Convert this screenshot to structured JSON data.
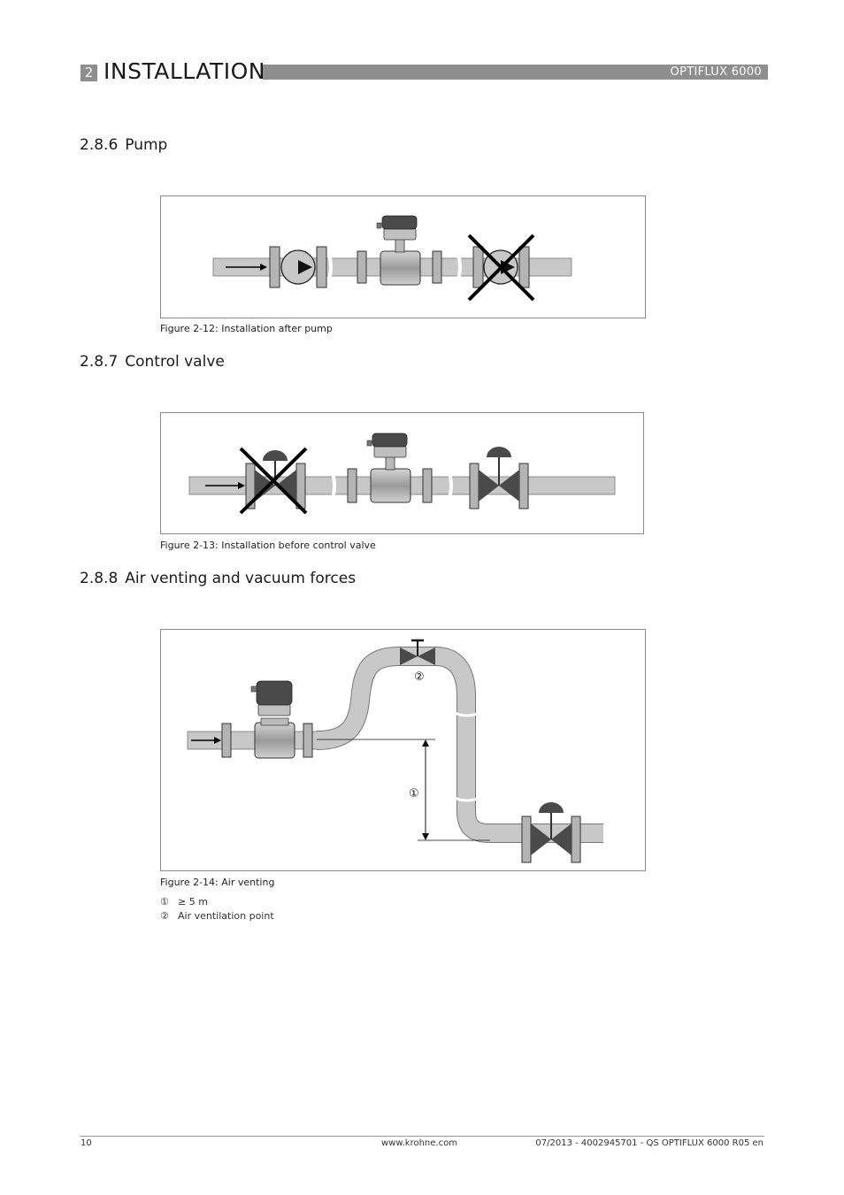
{
  "header": {
    "chapter_number": "2",
    "chapter_title": "INSTALLATION",
    "product": "OPTIFLUX 6000"
  },
  "sections": [
    {
      "number": "2.8.6",
      "title": "Pump"
    },
    {
      "number": "2.8.7",
      "title": "Control valve"
    },
    {
      "number": "2.8.8",
      "title": "Air venting and vacuum forces"
    }
  ],
  "figures": [
    {
      "caption": "Figure 2-12: Installation after pump"
    },
    {
      "caption": "Figure 2-13: Installation before control valve"
    },
    {
      "caption": "Figure 2-14: Air venting",
      "callouts": [
        "①",
        "②"
      ],
      "legend": [
        {
          "marker": "①",
          "text": "≥ 5 m"
        },
        {
          "marker": "②",
          "text": "Air ventilation point"
        }
      ]
    }
  ],
  "footer": {
    "page": "10",
    "website": "www.krohne.com",
    "doc_ref": "07/2013 - 4002945701 - QS OPTIFLUX 6000 R05 en"
  },
  "colors": {
    "pipe": "#c8c8c8",
    "flange": "#b4b4b4",
    "meter_body": "#a6a6a6",
    "valve": "#555555",
    "cross": "#000000",
    "header_bar": "#8e8e8e"
  },
  "icons": [
    "flow-arrow-icon",
    "pump-icon",
    "control-valve-icon",
    "flowmeter-icon",
    "cross-out-icon",
    "vent-valve-icon"
  ]
}
